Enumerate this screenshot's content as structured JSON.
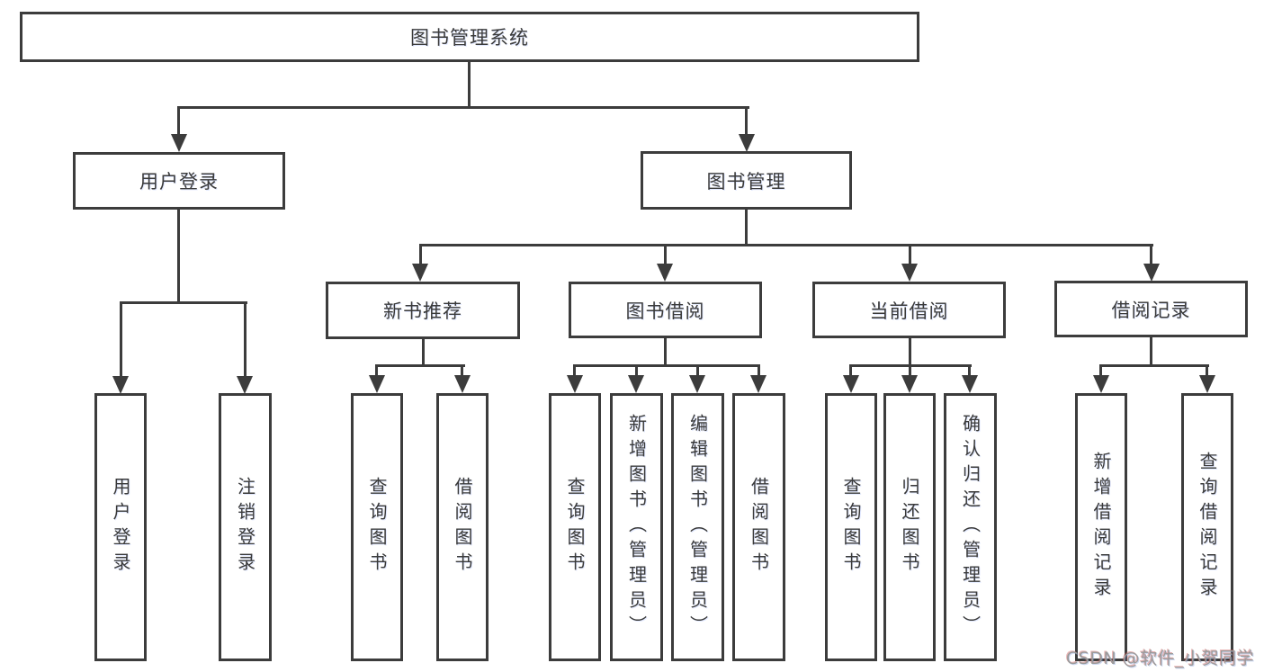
{
  "watermark": "CSDN @软件_小贺同学",
  "colors": {
    "line": "#3c3c3c",
    "text": "#3a3a3a",
    "watermark": "#9b9b9b",
    "background": "#ffffff"
  },
  "tree": {
    "root": "图书管理系统",
    "children": [
      {
        "label": "用户登录",
        "children": [
          "用户登录",
          "注销登录"
        ]
      },
      {
        "label": "图书管理",
        "children": [
          {
            "label": "新书推荐",
            "children": [
              "查询图书",
              "借阅图书"
            ]
          },
          {
            "label": "图书借阅",
            "children": [
              "查询图书",
              "新增图书（管理员）",
              "编辑图书（管理员）",
              "借阅图书"
            ]
          },
          {
            "label": "当前借阅",
            "children": [
              "查询图书",
              "归还图书",
              "确认归还（管理员）"
            ]
          },
          {
            "label": "借阅记录",
            "children": [
              "新增借阅记录",
              "查询借阅记录"
            ]
          }
        ]
      }
    ]
  }
}
